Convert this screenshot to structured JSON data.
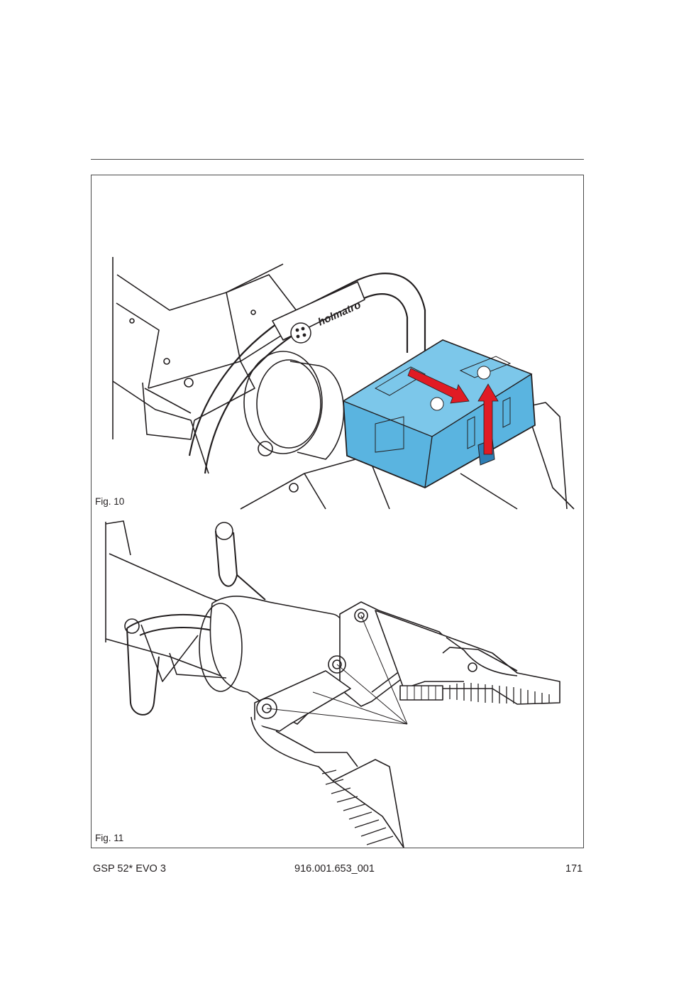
{
  "figures": [
    {
      "label": "Fig. 10",
      "brand_mark": "holmatro"
    },
    {
      "label": "Fig. 11"
    }
  ],
  "footer": {
    "model": "GSP 52* EVO 3",
    "document_number": "916.001.653_001",
    "page_number": "171"
  },
  "colors": {
    "battery_fill": "#5ab4e0",
    "arrow": "#e01b24",
    "line": "#231f20"
  }
}
